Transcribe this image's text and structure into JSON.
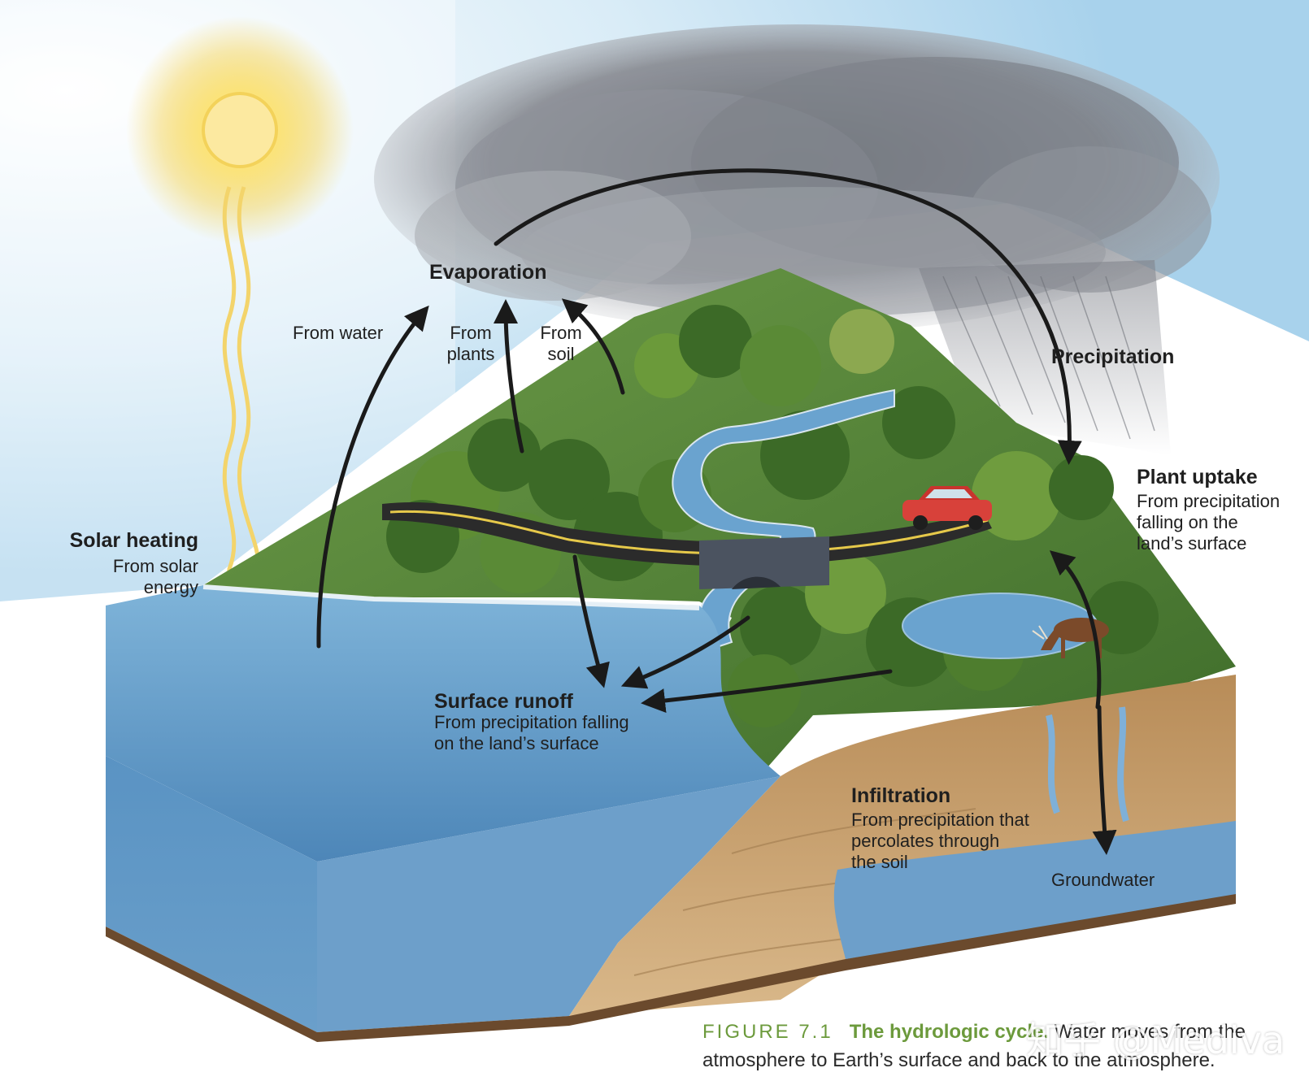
{
  "labels": {
    "evaporation": "Evaporation",
    "from_water": "From water",
    "from_plants": "From\nplants",
    "from_soil": "From\nsoil",
    "precipitation": "Precipitation",
    "plant_uptake": "Plant uptake",
    "plant_uptake_sub": "From precipitation\nfalling on the\nland’s surface",
    "solar_heating": "Solar heating",
    "solar_heating_sub": "From solar\nenergy",
    "surface_runoff": "Surface runoff",
    "surface_runoff_sub": "From precipitation falling\non the land’s surface",
    "infiltration": "Infiltration",
    "infiltration_sub": "From precipitation that\npercolates through\nthe soil",
    "groundwater": "Groundwater"
  },
  "caption": {
    "figure_number": "FIGURE 7.1",
    "figure_title": "The hydrologic cycle.",
    "text": "Water moves from the atmosphere to Earth’s surface and back to the atmosphere."
  },
  "watermark": "知乎 @Mediva",
  "colors": {
    "sky": "#bfe0f2",
    "cloud": "#7d8088",
    "sun": "#f6dc6a",
    "water": "#5d95c4",
    "grass": "#4f7f35",
    "soil": "#c7a06c",
    "arrow": "#1a1a1a",
    "caption_accent": "#6c9a3c"
  }
}
